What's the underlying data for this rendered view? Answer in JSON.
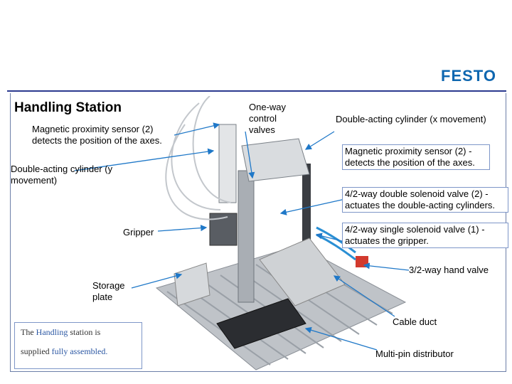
{
  "brand": {
    "name": "FESTO",
    "color": "#0f67b0"
  },
  "title": "Handling Station",
  "labels": {
    "sensor_left": "Magnetic proximity sensor (2) detects the position of the axes.",
    "cyl_y": "Double-acting cylinder (y movement)",
    "gripper": "Gripper",
    "storage": "Storage plate",
    "oneway": "One-way control valves",
    "cyl_x": "Double-acting cylinder (x movement)",
    "sensor_right": "Magnetic proximity sensor (2) - detects the position of the axes.",
    "valve_double": "4/2-way double solenoid valve (2) - actuates the double-acting cylinders.",
    "valve_single": "4/2-way single solenoid valve (1) - actuates the gripper.",
    "hand_valve": "3/2-way hand valve",
    "cable_duct": "Cable duct",
    "distributor": "Multi-pin distributor"
  },
  "note": {
    "w1": "The",
    "w2": "Handling",
    "w3": "station is",
    "w4": "supplied",
    "w5": "fully assembled."
  },
  "colors": {
    "leader": "#1f78c8",
    "rule": "#2b3a8f",
    "frame": "#7e96c8"
  }
}
